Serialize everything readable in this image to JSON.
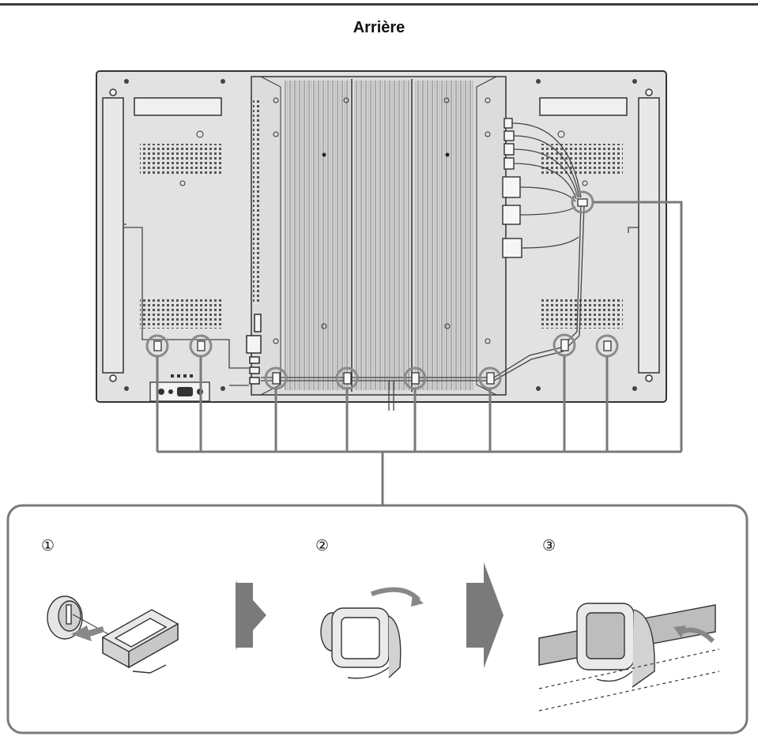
{
  "header": {
    "title": "Arrière"
  },
  "steps": [
    {
      "number": "①"
    },
    {
      "number": "②"
    },
    {
      "number": "③"
    }
  ],
  "colors": {
    "panel": "#e2e2e2",
    "panel_outline": "#333333",
    "heatsink": "#d0d0d0",
    "arrow": "#7a7a7a",
    "leader": "#7a7a7a"
  }
}
